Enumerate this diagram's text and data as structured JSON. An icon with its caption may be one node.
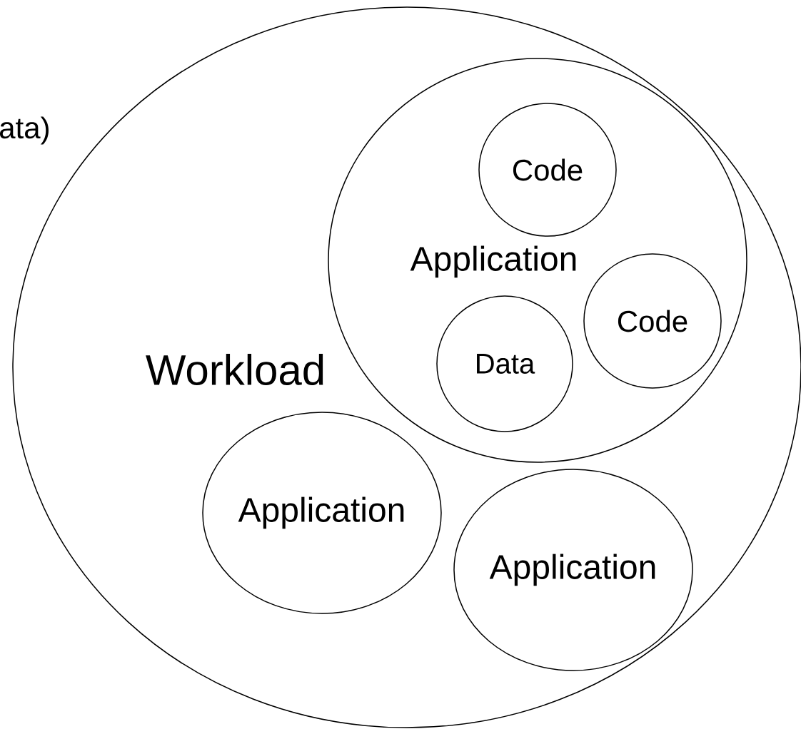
{
  "diagram": {
    "nodes": [
      {
        "text": [
          "Workload"
        ]
      },
      {
        "text": [
          "Application"
        ],
        "in": 0
      },
      {
        "text": [
          "Code"
        ],
        "in": 1
      },
      {
        "text": [
          "Code"
        ],
        "in": 1
      },
      {
        "text": [
          "Data"
        ],
        "in": 1
      },
      {
        "text": [
          "Application"
        ],
        "in": 0
      },
      {
        "text": [
          "Application"
        ],
        "in": 0
      }
    ],
    "labels": [
      "ata)"
    ]
  }
}
